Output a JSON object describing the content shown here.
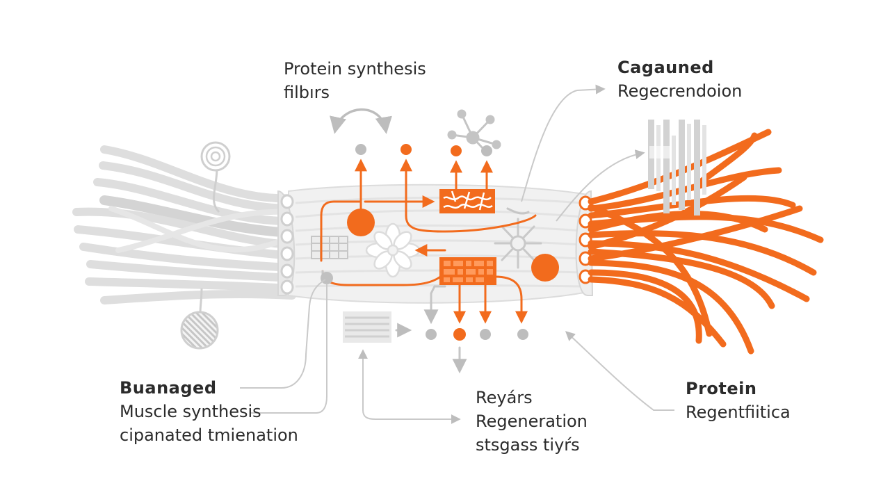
{
  "labels": {
    "top_center": {
      "line1": "Protein synthesis",
      "line2": "filbırs"
    },
    "top_right": {
      "line1": "Cagauned",
      "line2": "Regecrendoion"
    },
    "bottom_left": {
      "line1": "Buanaged",
      "line2": "Muscle synthesis",
      "line3": "cipanated tmienation"
    },
    "bottom_center": {
      "line1": "Reyárs",
      "line2": "Regeneration",
      "line3": "stsgass tiyŕs"
    },
    "bottom_right": {
      "line1": "Protein",
      "line2": "Regentfiitica"
    }
  },
  "colors": {
    "accent": "#f26b1d",
    "grey": "#c8c8c8",
    "light_grey": "#e2e2e2",
    "dark_grey": "#9a9a9a",
    "text": "#2b2b2b"
  },
  "icons": [
    "target-icon",
    "striped-circle-icon",
    "grid-icon",
    "flower-icon",
    "molecule-icon",
    "textured-block-icon",
    "chip-block-icon",
    "barcode-icon",
    "starburst-icon",
    "list-icon"
  ]
}
